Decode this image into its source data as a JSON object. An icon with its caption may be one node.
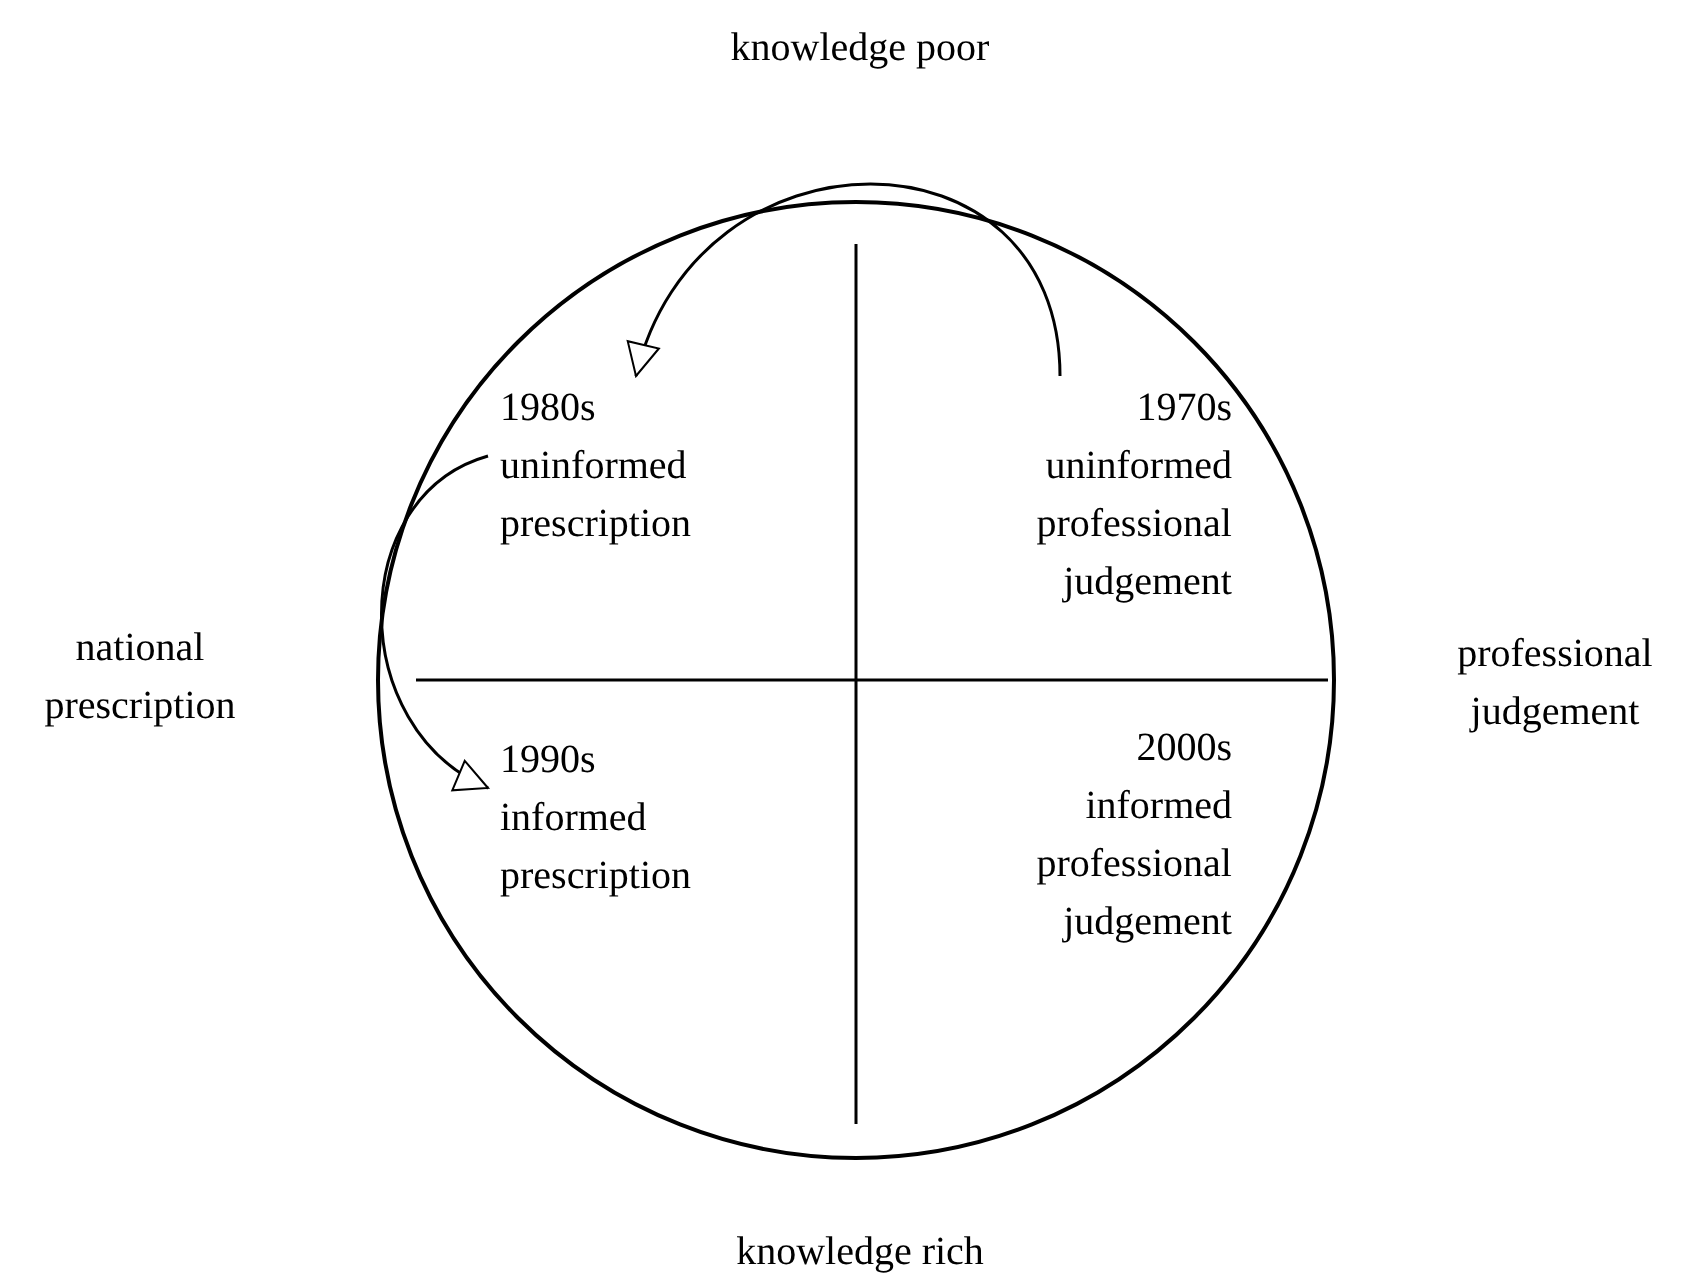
{
  "diagram": {
    "nodes": [
      {
        "text": [],
        "shape": "circle"
      },
      {
        "text": [
          "1980s uninformed prescription"
        ],
        "in": 0
      },
      {
        "text": [
          "1970s uninformed professional judgement"
        ],
        "in": 0
      },
      {
        "text": [
          "1990s informed prescription"
        ],
        "in": 0
      },
      {
        "text": [
          "2000s informed professional judgement"
        ],
        "in": 0
      }
    ],
    "edges": [
      {
        "from": 2,
        "to": 1,
        "arrow": "to"
      },
      {
        "from": 1,
        "to": 3,
        "arrow": "to"
      }
    ],
    "labels": [
      "knowledge poor",
      "national prescription",
      "professional judgement",
      "knowledge rich"
    ]
  }
}
